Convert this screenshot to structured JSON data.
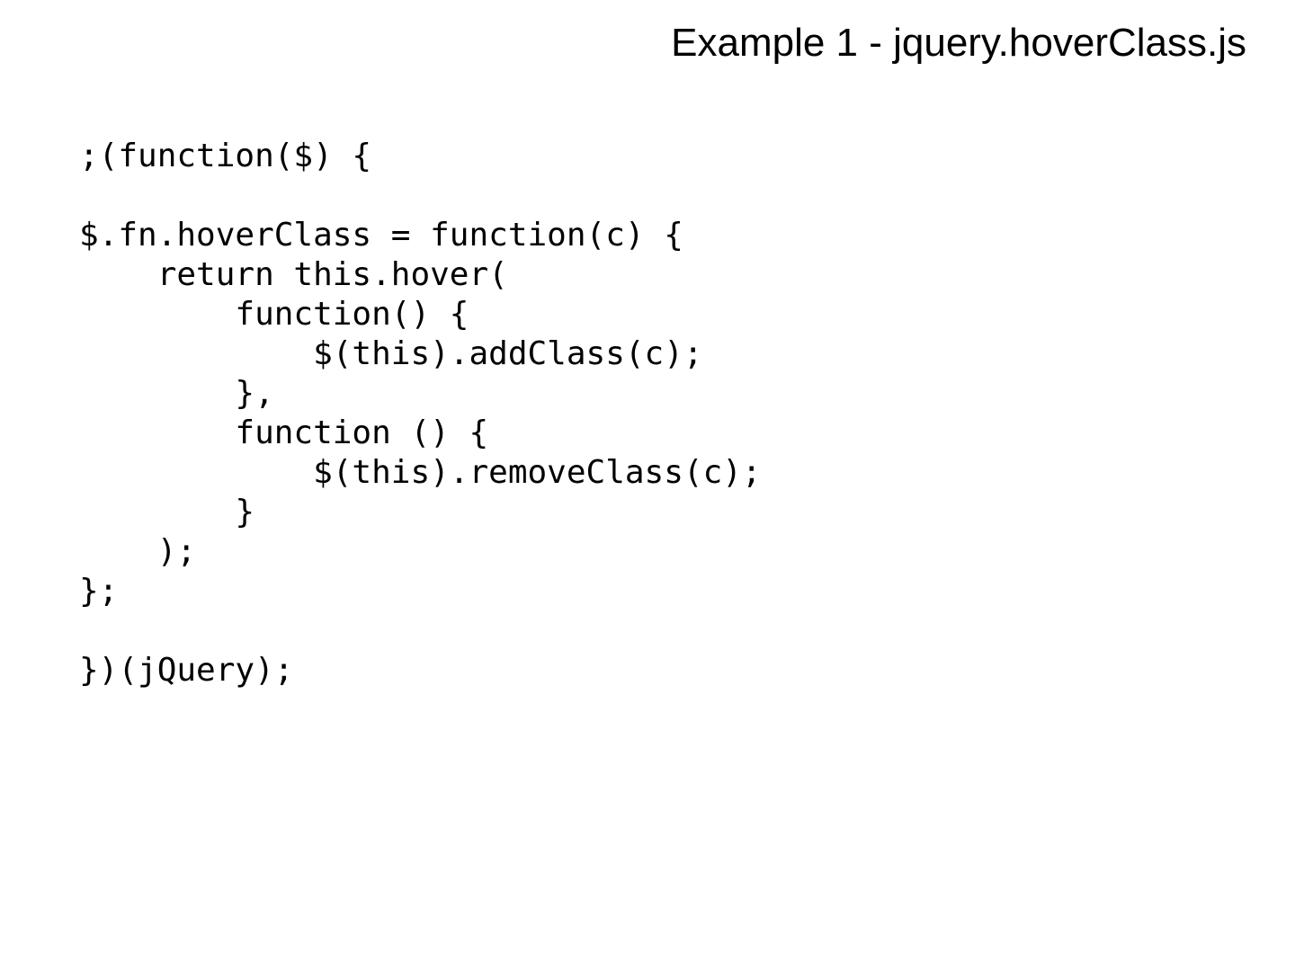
{
  "slide": {
    "background_color": "#ffffff",
    "text_color": "#000000",
    "title": "Example 1 - jquery.hoverClass.js",
    "code": {
      "language": "javascript",
      "filename": "jquery.hoverClass.js",
      "lines": [
        ";(function($) {",
        "",
        "$.fn.hoverClass = function(c) {",
        "    return this.hover(",
        "        function() {",
        "            $(this).addClass(c);",
        "        },",
        "        function () {",
        "            $(this).removeClass(c);",
        "        }",
        "    );",
        "};",
        "",
        "})(jQuery);"
      ],
      "full_text": ";(function($) {\n\n$.fn.hoverClass = function(c) {\n    return this.hover(\n        function() {\n            $(this).addClass(c);\n        },\n        function () {\n            $(this).removeClass(c);\n        }\n    );\n};\n\n})(jQuery);"
    }
  }
}
